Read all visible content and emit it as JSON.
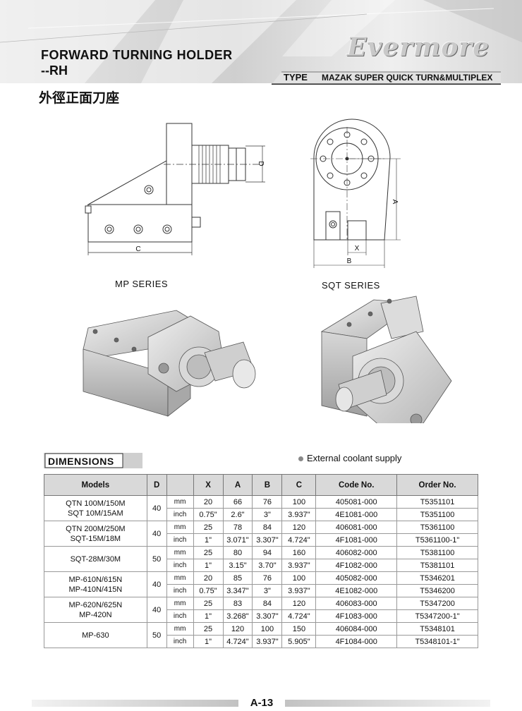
{
  "header": {
    "title_line1": "FORWARD TURNING HOLDER",
    "title_line2": "--RH",
    "subtitle": "外徑正面刀座",
    "logo": "Evermore",
    "type_label": "TYPE",
    "type_value": "MAZAK SUPER QUICK TURN&MULTIPLEX"
  },
  "drawings": {
    "mp_series_label": "MP SERIES",
    "sqt_series_label": "SQT SERIES",
    "dim_labels": {
      "c": "C",
      "d": "D",
      "a": "A",
      "x": "X",
      "b": "B"
    }
  },
  "dimensions": {
    "section_title": "DIMENSIONS",
    "coolant_note": "External coolant supply",
    "headers": [
      "Models",
      "D",
      "",
      "X",
      "A",
      "B",
      "C",
      "Code No.",
      "Order No."
    ],
    "groups": [
      {
        "models": [
          "QTN 100M/150M",
          "SQT 10M/15AM"
        ],
        "d": "40",
        "rows": [
          {
            "unit": "mm",
            "x": "20",
            "a": "66",
            "b": "76",
            "c": "100",
            "code": "405081-000",
            "order": "T5351101"
          },
          {
            "unit": "inch",
            "x": "0.75\"",
            "a": "2.6\"",
            "b": "3\"",
            "c": "3.937\"",
            "code": "4E1081-000",
            "order": "T5351100"
          }
        ]
      },
      {
        "models": [
          "QTN 200M/250M",
          "SQT-15M/18M"
        ],
        "d": "40",
        "rows": [
          {
            "unit": "mm",
            "x": "25",
            "a": "78",
            "b": "84",
            "c": "120",
            "code": "406081-000",
            "order": "T5361100"
          },
          {
            "unit": "inch",
            "x": "1\"",
            "a": "3.071\"",
            "b": "3.307\"",
            "c": "4.724\"",
            "code": "4F1081-000",
            "order": "T5361100-1\""
          }
        ]
      },
      {
        "models": [
          "SQT-28M/30M"
        ],
        "d": "50",
        "rows": [
          {
            "unit": "mm",
            "x": "25",
            "a": "80",
            "b": "94",
            "c": "160",
            "code": "406082-000",
            "order": "T5381100"
          },
          {
            "unit": "inch",
            "x": "1\"",
            "a": "3.15\"",
            "b": "3.70\"",
            "c": "3.937\"",
            "code": "4F1082-000",
            "order": "T5381101"
          }
        ]
      },
      {
        "models": [
          "MP-610N/615N",
          "MP-410N/415N"
        ],
        "d": "40",
        "rows": [
          {
            "unit": "mm",
            "x": "20",
            "a": "85",
            "b": "76",
            "c": "100",
            "code": "405082-000",
            "order": "T5346201"
          },
          {
            "unit": "inch",
            "x": "0.75\"",
            "a": "3.347\"",
            "b": "3\"",
            "c": "3.937\"",
            "code": "4E1082-000",
            "order": "T5346200"
          }
        ]
      },
      {
        "models": [
          "MP-620N/625N",
          "MP-420N"
        ],
        "d": "40",
        "rows": [
          {
            "unit": "mm",
            "x": "25",
            "a": "83",
            "b": "84",
            "c": "120",
            "code": "406083-000",
            "order": "T5347200"
          },
          {
            "unit": "inch",
            "x": "1\"",
            "a": "3.268\"",
            "b": "3.307\"",
            "c": "4.724\"",
            "code": "4F1083-000",
            "order": "T5347200-1\""
          }
        ]
      },
      {
        "models": [
          "MP-630"
        ],
        "d": "50",
        "rows": [
          {
            "unit": "mm",
            "x": "25",
            "a": "120",
            "b": "100",
            "c": "150",
            "code": "406084-000",
            "order": "T5348101"
          },
          {
            "unit": "inch",
            "x": "1\"",
            "a": "4.724\"",
            "b": "3.937\"",
            "c": "5.905\"",
            "code": "4F1084-000",
            "order": "T5348101-1\""
          }
        ]
      }
    ]
  },
  "footer": {
    "page": "A-13"
  }
}
